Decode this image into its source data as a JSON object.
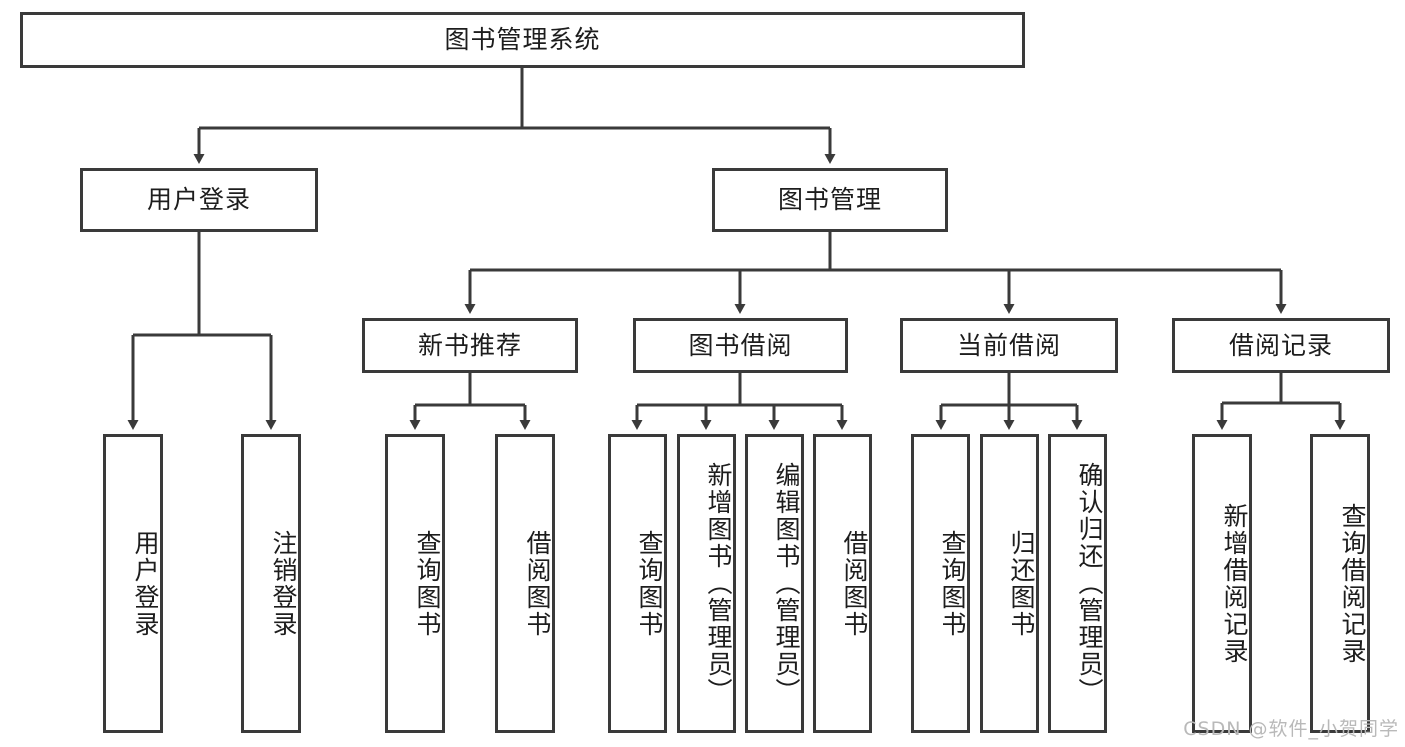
{
  "diagram": {
    "type": "tree-hierarchy-chart",
    "title": "图书管理系统",
    "stroke_color": "#3a3a3a",
    "text_color": "#1d1d1d",
    "background": "#ffffff",
    "root": {
      "label": "图书管理系统"
    },
    "level1": [
      {
        "label": "用户登录"
      },
      {
        "label": "图书管理"
      }
    ],
    "level2": [
      {
        "label": "新书推荐"
      },
      {
        "label": "图书借阅"
      },
      {
        "label": "当前借阅"
      },
      {
        "label": "借阅记录"
      }
    ],
    "leaves": {
      "user_login": [
        {
          "label": "用户登录"
        },
        {
          "label": "注销登录"
        }
      ],
      "new_book_recommend": [
        {
          "label": "查询图书"
        },
        {
          "label": "借阅图书"
        }
      ],
      "book_borrow": [
        {
          "label": "查询图书"
        },
        {
          "label": "新增图书（管理员）"
        },
        {
          "label": "编辑图书（管理员）"
        },
        {
          "label": "借阅图书"
        }
      ],
      "current_borrow": [
        {
          "label": "查询图书"
        },
        {
          "label": "归还图书"
        },
        {
          "label": "确认归还（管理员）"
        }
      ],
      "borrow_record": [
        {
          "label": "新增借阅记录"
        },
        {
          "label": "查询借阅记录"
        }
      ]
    }
  },
  "watermark": {
    "text": "CSDN @软件_小贺同学"
  }
}
